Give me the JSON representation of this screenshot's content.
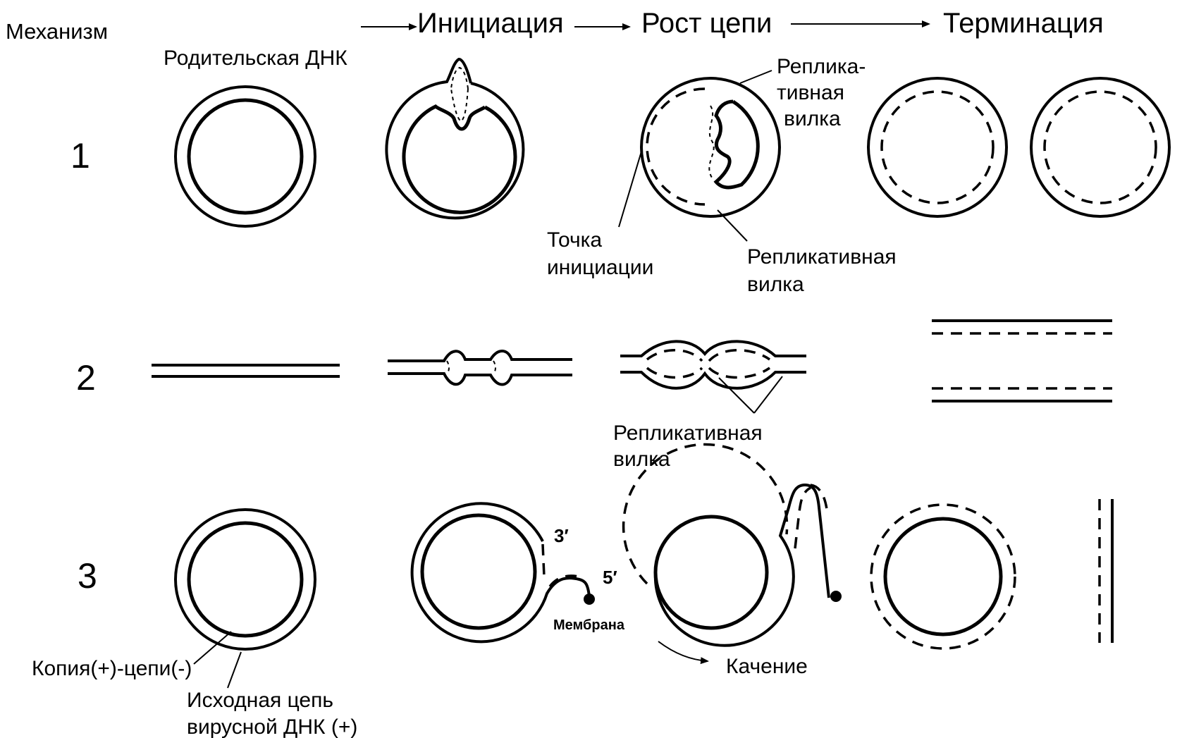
{
  "header": {
    "mechanism": "Механизм",
    "initiation": "Инициация",
    "elongation": "Рост цепи",
    "termination": "Терминация"
  },
  "rows": [
    {
      "number": "1"
    },
    {
      "number": "2"
    },
    {
      "number": "3"
    }
  ],
  "labels": {
    "parental_dna": "Родительская ДНК",
    "fork_top_1": "Реплика-",
    "fork_top_2": "тивная",
    "fork_top_3": "вилка",
    "origin_1": "Точка",
    "origin_2": "инициации",
    "fork_bottom_1": "Репликативная",
    "fork_bottom_2": "вилка",
    "fork_row2_1": "Репликативная",
    "fork_row2_2": "вилка",
    "prime3": "3′",
    "prime5": "5′",
    "membrane": "Мембрана",
    "rolling": "Качение",
    "copy_strand": "Копия(+)-цепи(-)",
    "original_1": "Исходная цепь",
    "original_2": "вирусной ДНК (+)"
  }
}
